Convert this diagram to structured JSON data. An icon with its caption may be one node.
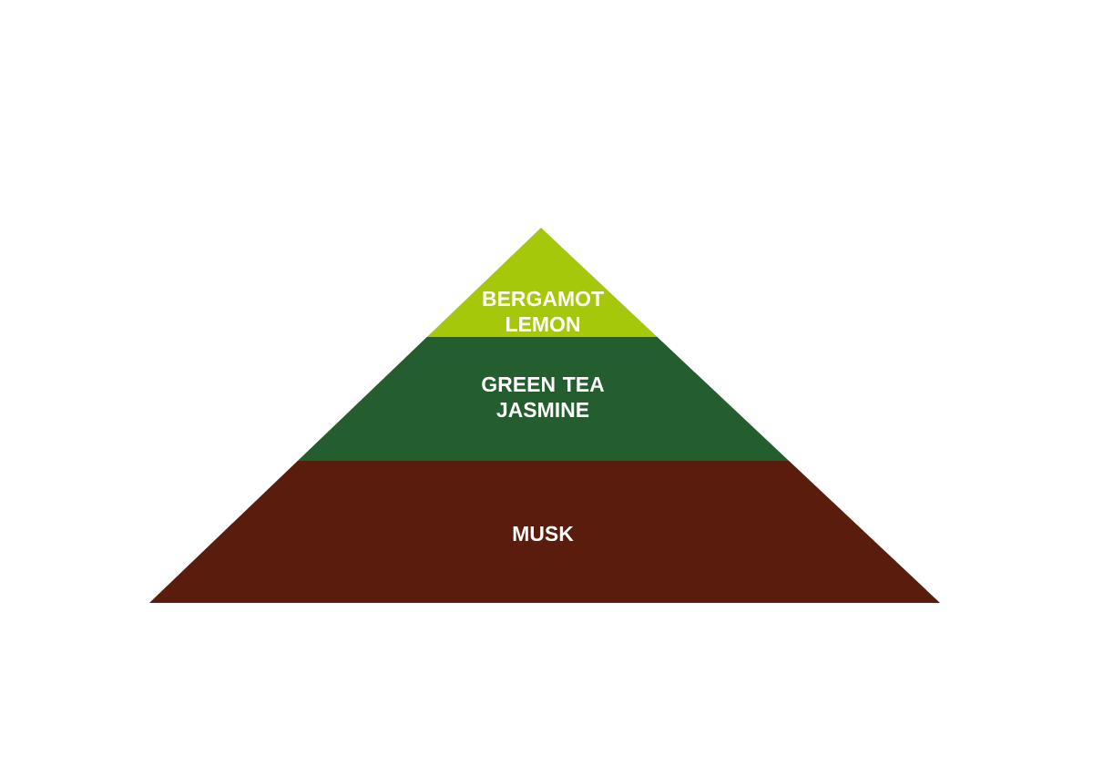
{
  "diagram": {
    "nodes": [
      {
        "text": [
          "BERGAMOT LEMON"
        ]
      },
      {
        "text": [
          "GREEN TEA JASMINE"
        ]
      },
      {
        "text": [
          "MUSK"
        ]
      }
    ]
  }
}
